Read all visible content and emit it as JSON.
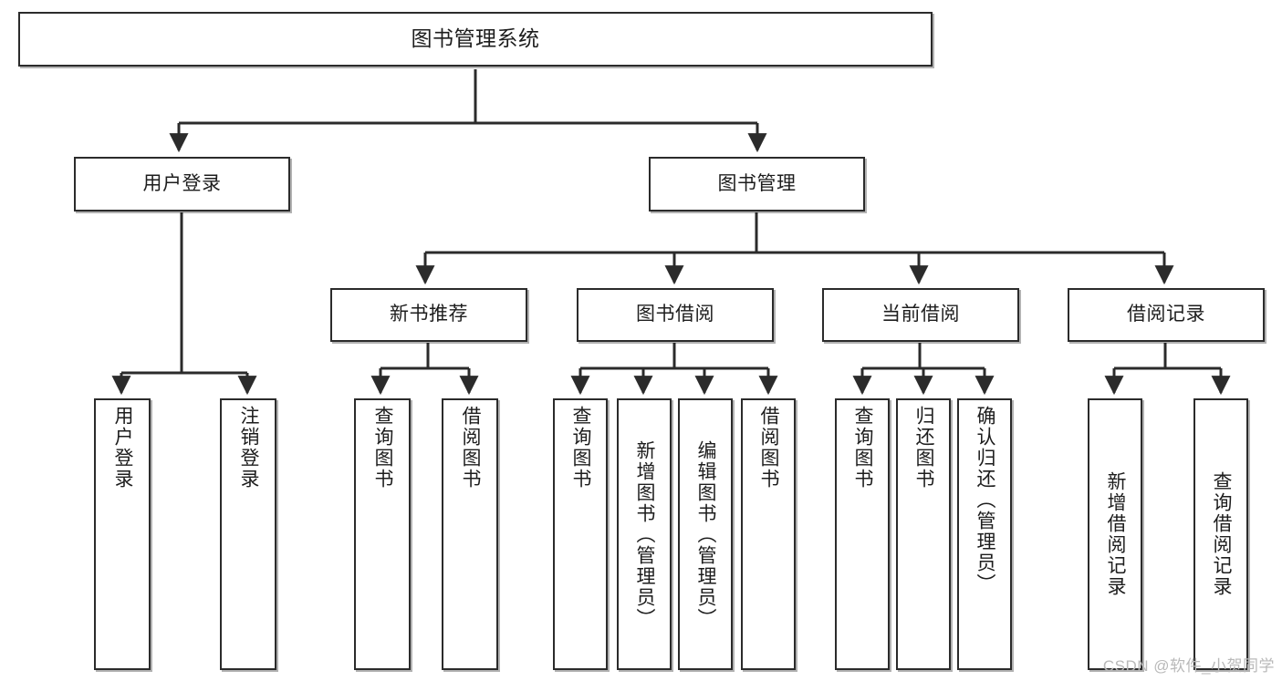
{
  "diagram": {
    "title": "图书管理系统",
    "type": "tree",
    "watermark": "CSDN @软件_小贺同学",
    "colors": {
      "box_border": "#2b2b2b",
      "box_fill": "#ffffff",
      "text": "#1d1d1d",
      "connector": "#2b2b2b",
      "watermark": "#b9b9b9",
      "background": "#ffffff"
    }
  },
  "nodes": {
    "root": {
      "label": "图书管理系统"
    },
    "level2": [
      {
        "label": "用户登录"
      },
      {
        "label": "图书管理"
      }
    ],
    "level3": [
      {
        "label": "新书推荐"
      },
      {
        "label": "图书借阅"
      },
      {
        "label": "当前借阅"
      },
      {
        "label": "借阅记录"
      }
    ],
    "leaves": {
      "user_login": [
        {
          "label": "用户登录"
        },
        {
          "label": "注销登录"
        }
      ],
      "new_book_recommend": [
        {
          "label": "查询图书"
        },
        {
          "label": "借阅图书"
        }
      ],
      "book_borrow": [
        {
          "label": "查询图书"
        },
        {
          "label": "新增图书（管理员）"
        },
        {
          "label": "编辑图书（管理员）"
        },
        {
          "label": "借阅图书"
        }
      ],
      "current_borrow": [
        {
          "label": "查询图书"
        },
        {
          "label": "归还图书"
        },
        {
          "label": "确认归还（管理员）"
        }
      ],
      "borrow_record": [
        {
          "label": "新增借阅记录"
        },
        {
          "label": "查询借阅记录"
        }
      ]
    }
  }
}
